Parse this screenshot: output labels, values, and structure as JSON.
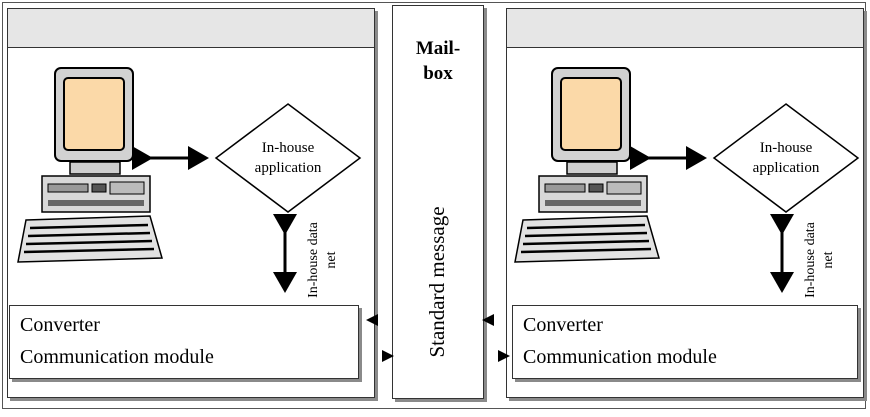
{
  "mailbox": {
    "label_line1": "Mail-",
    "label_line2": "box"
  },
  "standard_message": "Standard message",
  "left": {
    "application_line1": "In-house",
    "application_line2": "application",
    "net_line1": "In-house data",
    "net_line2": "net",
    "converter": "Converter",
    "communication": "Communication module"
  },
  "right": {
    "application_line1": "In-house",
    "application_line2": "application",
    "net_line1": "In-house data",
    "net_line2": "net",
    "converter": "Converter",
    "communication": "Communication module"
  },
  "colors": {
    "screen": "#fbd9a8",
    "monitor": "#d2d2d2",
    "header": "#e6e6e6"
  }
}
